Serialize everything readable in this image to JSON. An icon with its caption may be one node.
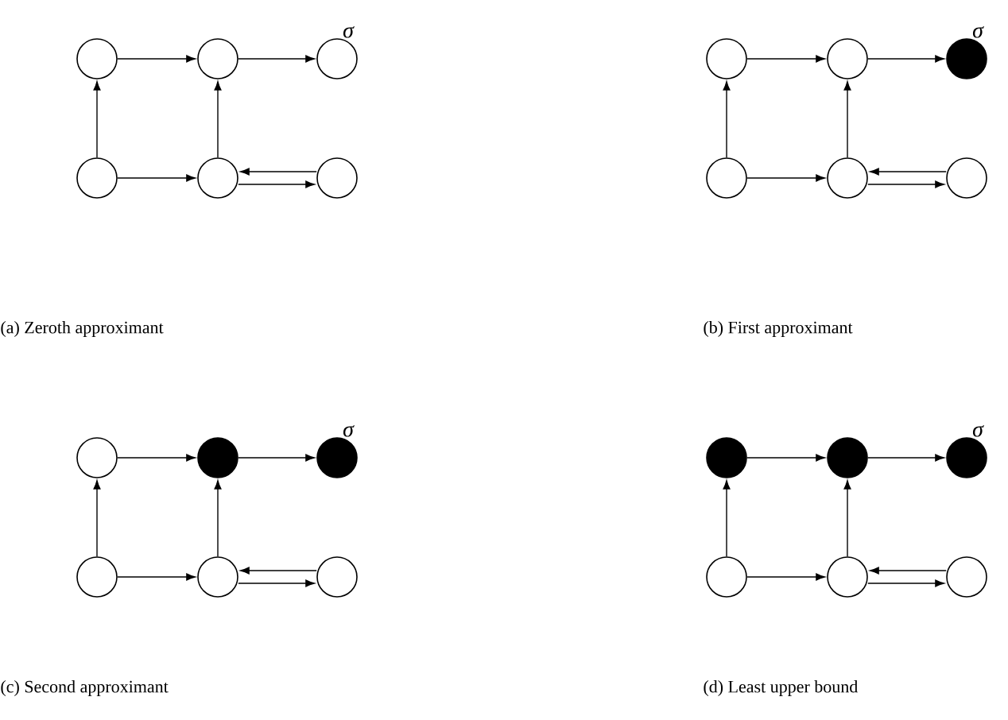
{
  "diagram": {
    "nodes": [
      {
        "text": [],
        "shape": "circle"
      },
      {
        "text": [],
        "shape": "circle"
      },
      {
        "text": [],
        "shape": "circle",
        "beside": [
          "σ"
        ]
      },
      {
        "text": [],
        "shape": "circle"
      },
      {
        "text": [],
        "shape": "circle"
      },
      {
        "text": [],
        "shape": "circle"
      },
      {
        "text": [],
        "shape": "circle"
      },
      {
        "text": [],
        "shape": "circle"
      },
      {
        "text": [],
        "shape": "disc",
        "beside": [
          "σ"
        ]
      },
      {
        "text": [],
        "shape": "circle"
      },
      {
        "text": [],
        "shape": "circle"
      },
      {
        "text": [],
        "shape": "circle"
      },
      {
        "text": [],
        "shape": "circle"
      },
      {
        "text": [],
        "shape": "disc"
      },
      {
        "text": [],
        "shape": "disc",
        "beside": [
          "σ"
        ]
      },
      {
        "text": [],
        "shape": "circle"
      },
      {
        "text": [],
        "shape": "circle"
      },
      {
        "text": [],
        "shape": "circle"
      },
      {
        "text": [],
        "shape": "disc"
      },
      {
        "text": [],
        "shape": "disc"
      },
      {
        "text": [],
        "shape": "disc",
        "beside": [
          "σ"
        ]
      },
      {
        "text": [],
        "shape": "circle"
      },
      {
        "text": [],
        "shape": "circle"
      },
      {
        "text": [],
        "shape": "circle"
      }
    ],
    "edges": [
      {
        "from": 0,
        "to": 1,
        "arrow": "to"
      },
      {
        "from": 1,
        "to": 2,
        "arrow": "to"
      },
      {
        "from": 3,
        "to": 0,
        "arrow": "to"
      },
      {
        "from": 4,
        "to": 1,
        "arrow": "to"
      },
      {
        "from": 3,
        "to": 4,
        "arrow": "to"
      },
      {
        "from": 5,
        "to": 4,
        "arrow": "to"
      },
      {
        "from": 4,
        "to": 5,
        "arrow": "to"
      },
      {
        "from": 6,
        "to": 7,
        "arrow": "to"
      },
      {
        "from": 7,
        "to": 8,
        "arrow": "to"
      },
      {
        "from": 9,
        "to": 6,
        "arrow": "to"
      },
      {
        "from": 10,
        "to": 7,
        "arrow": "to"
      },
      {
        "from": 9,
        "to": 10,
        "arrow": "to"
      },
      {
        "from": 11,
        "to": 10,
        "arrow": "to"
      },
      {
        "from": 10,
        "to": 11,
        "arrow": "to"
      },
      {
        "from": 12,
        "to": 13,
        "arrow": "to"
      },
      {
        "from": 13,
        "to": 14,
        "arrow": "to"
      },
      {
        "from": 15,
        "to": 12,
        "arrow": "to"
      },
      {
        "from": 16,
        "to": 13,
        "arrow": "to"
      },
      {
        "from": 15,
        "to": 16,
        "arrow": "to"
      },
      {
        "from": 17,
        "to": 16,
        "arrow": "to"
      },
      {
        "from": 16,
        "to": 17,
        "arrow": "to"
      },
      {
        "from": 18,
        "to": 19,
        "arrow": "to"
      },
      {
        "from": 19,
        "to": 20,
        "arrow": "to"
      },
      {
        "from": 21,
        "to": 18,
        "arrow": "to"
      },
      {
        "from": 22,
        "to": 19,
        "arrow": "to"
      },
      {
        "from": 21,
        "to": 22,
        "arrow": "to"
      },
      {
        "from": 23,
        "to": 22,
        "arrow": "to"
      },
      {
        "from": 22,
        "to": 23,
        "arrow": "to"
      }
    ],
    "labels": [
      "(a) Zeroth approximant",
      "(b) First approximant",
      "(c) Second approximant",
      "(d) Least upper bound"
    ]
  }
}
